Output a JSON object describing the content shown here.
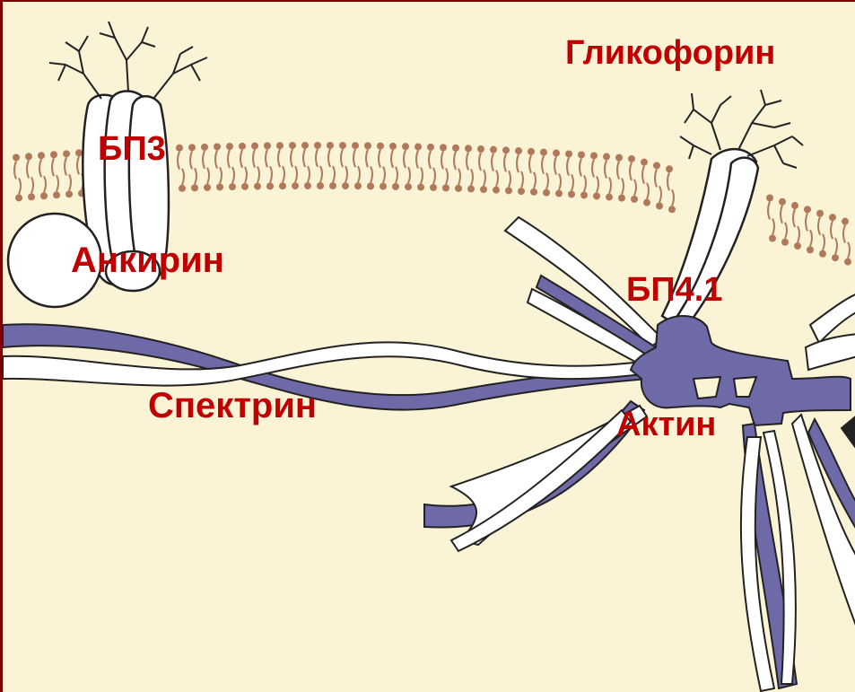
{
  "labels": {
    "glycophorin": "Гликофорин",
    "band3": "БП3",
    "ankyrin": "Анкирин",
    "band41": "БП4.1",
    "spectrin": "Спектрин",
    "actin": "Актин"
  },
  "colors": {
    "background": "#fbf3d6",
    "frame": "#7a0000",
    "label": "#c00000",
    "protein_fill": "#6e6aa8",
    "strand_light": "#ffffff",
    "outline": "#222222",
    "lipid": "#b07a5a"
  }
}
